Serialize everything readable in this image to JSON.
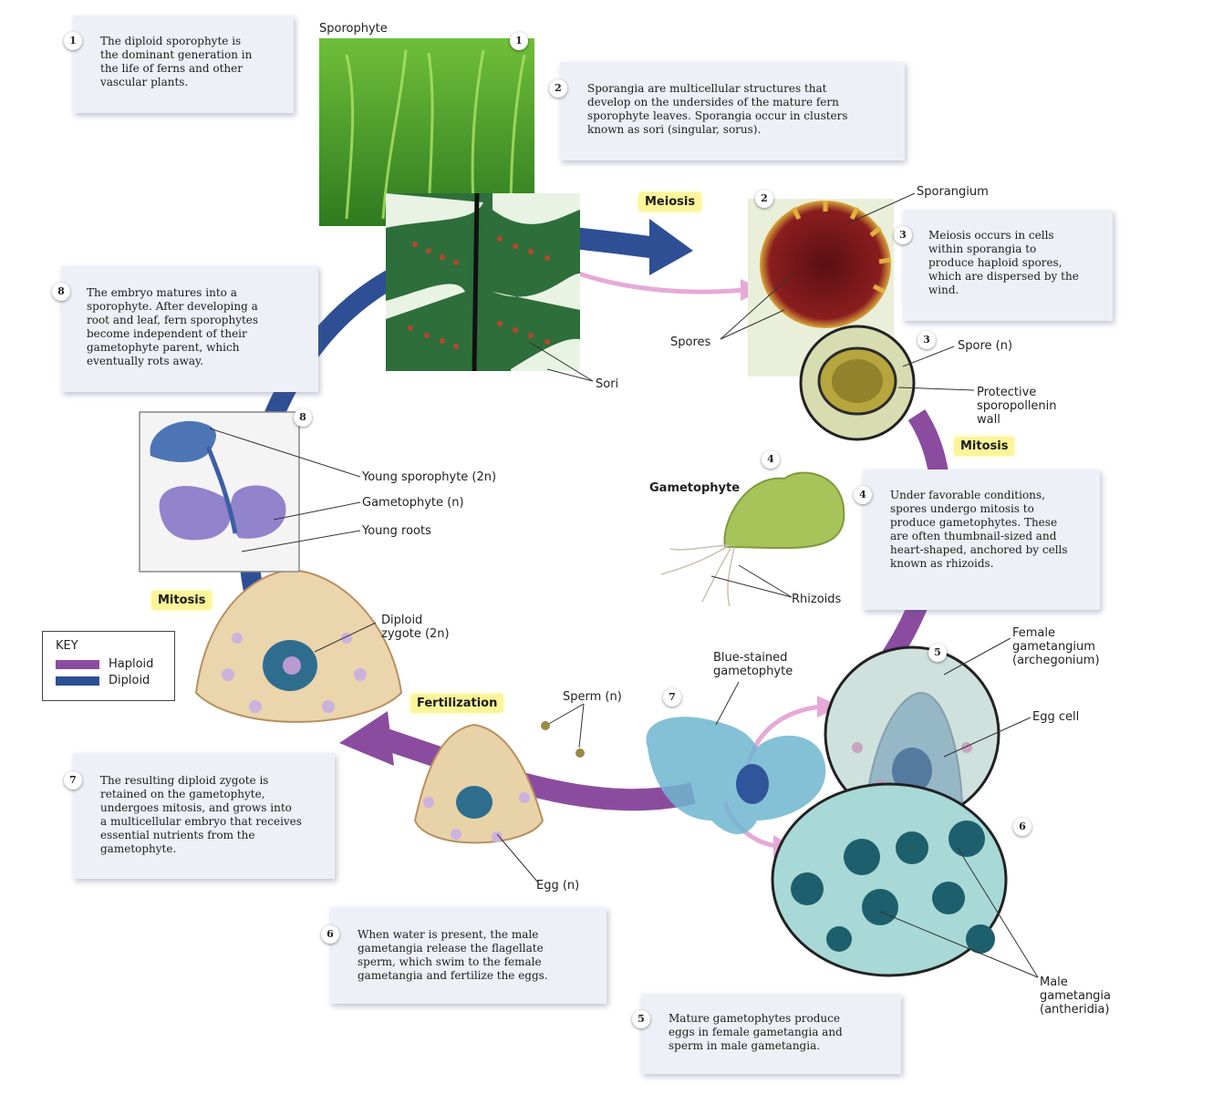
{
  "colors": {
    "haploid": "#8b4c9f",
    "diploid": "#2f4f95",
    "callout_bg": "#eef0f7",
    "highlight": "#fbf59a"
  },
  "titles": {
    "sporophyte": "Sporophyte",
    "gametophyte": "Gametophyte"
  },
  "steps": [
    {
      "n": "1",
      "text": "The diploid sporophyte is\nthe dominant generation in\nthe life of ferns and other\nvascular plants."
    },
    {
      "n": "2",
      "text": "Sporangia are multicellular structures that\ndevelop on the undersides of the mature fern\nsporophyte leaves. Sporangia occur in clusters\nknown as sori (singular, sorus)."
    },
    {
      "n": "3",
      "text": "Meiosis occurs in cells\nwithin sporangia to\nproduce haploid spores,\nwhich are dispersed by the\nwind."
    },
    {
      "n": "4",
      "text": "Under favorable conditions,\nspores undergo mitosis to\nproduce gametophytes. These\nare often thumbnail-sized and\nheart-shaped, anchored by cells\nknown as rhizoids."
    },
    {
      "n": "5",
      "text": "Mature gametophytes produce\neggs in female gametangia and\nsperm in male gametangia."
    },
    {
      "n": "6",
      "text": "When water is present, the male\ngametangia release the flagellate\nsperm, which swim to the female\ngametangia and fertilize the eggs."
    },
    {
      "n": "7",
      "text": "The resulting diploid zygote is\nretained on the gametophyte,\nundergoes mitosis, and grows into\na multicellular embryo that receives\nessential nutrients from the\ngametophyte."
    },
    {
      "n": "8",
      "text": "The embryo matures into a\nsporophyte. After developing a\nroot and leaf, fern sporophytes\nbecome independent of their\ngametophyte parent, which\neventually rots away."
    }
  ],
  "processes": {
    "meiosis": "Meiosis",
    "mitosis_right": "Mitosis",
    "mitosis_left": "Mitosis",
    "fertilization": "Fertilization"
  },
  "labels": {
    "sporangium": "Sporangium",
    "spores": "Spores",
    "sori": "Sori",
    "spore": "Spore (n)",
    "protective_wall": "Protective\nsporopollenin\nwall",
    "rhizoids": "Rhizoids",
    "female_gametangium": "Female\ngametangium\n(archegonium)",
    "egg_cell": "Egg cell",
    "male_gametangia": "Male\ngametangia\n(antheridia)",
    "blue_stained": "Blue-stained\ngametophyte",
    "sperm": "Sperm (n)",
    "egg": "Egg (n)",
    "diploid_zygote": "Diploid\nzygote (2n)",
    "young_sporophyte": "Young sporophyte (2n)",
    "gametophyte_n": "Gametophyte (n)",
    "young_roots": "Young roots"
  },
  "photo_markers": {
    "p1": "1",
    "p2": "2",
    "p3": "3",
    "p4": "4",
    "p5": "5",
    "p6": "6",
    "p7": "7",
    "p8": "8"
  },
  "key": {
    "title": "KEY",
    "haploid": "Haploid",
    "diploid": "Diploid"
  }
}
